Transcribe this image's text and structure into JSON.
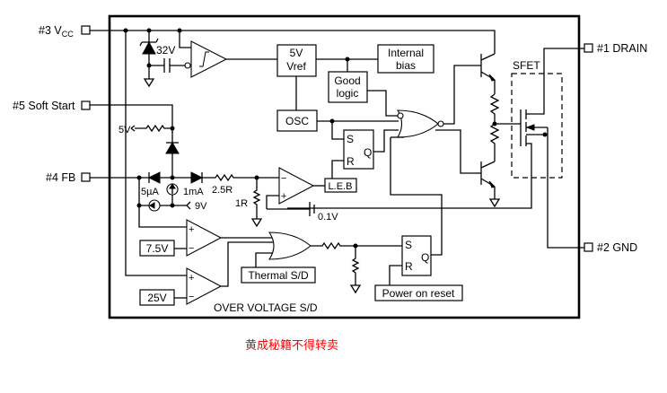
{
  "diagram": {
    "pins": {
      "vcc": {
        "label": "#3 V",
        "sub": "CC"
      },
      "soft_start": {
        "label": "#5 Soft Start"
      },
      "fb": {
        "label": "#4 FB"
      },
      "drain": {
        "label": "#1 DRAIN"
      },
      "gnd": {
        "label": "#2 GND"
      }
    },
    "blocks": {
      "vref": {
        "line1": "5V",
        "line2": "Vref"
      },
      "internal_bias": {
        "line1": "Internal",
        "line2": "bias"
      },
      "good_logic": {
        "line1": "Good",
        "line2": "logic"
      },
      "osc": {
        "label": "OSC"
      },
      "leb": {
        "label": "L.E.B"
      },
      "ref_7v5": {
        "label": "7.5V"
      },
      "ref_25v": {
        "label": "25V"
      },
      "thermal_sd": {
        "label": "Thermal S/D"
      },
      "power_on_reset": {
        "label": "Power on reset"
      },
      "sfet": {
        "label": "SFET"
      }
    },
    "latches": {
      "pwm": {
        "s": "S",
        "r": "R",
        "q": "Q"
      },
      "shutdown": {
        "s": "S",
        "r": "R",
        "q": "Q"
      }
    },
    "labels": {
      "zener": "32V",
      "src_5v": "5V",
      "i_5ua": "5µA",
      "i_1ma": "1mA",
      "v_9v": "9V",
      "r_2_5r": "2.5R",
      "r_1r": "1R",
      "v_0_1v": "0.1V",
      "ovp": "OVER VOLTAGE S/D",
      "plus": "+",
      "minus": "−"
    },
    "watermark": "黄成秘籍不得转卖"
  }
}
